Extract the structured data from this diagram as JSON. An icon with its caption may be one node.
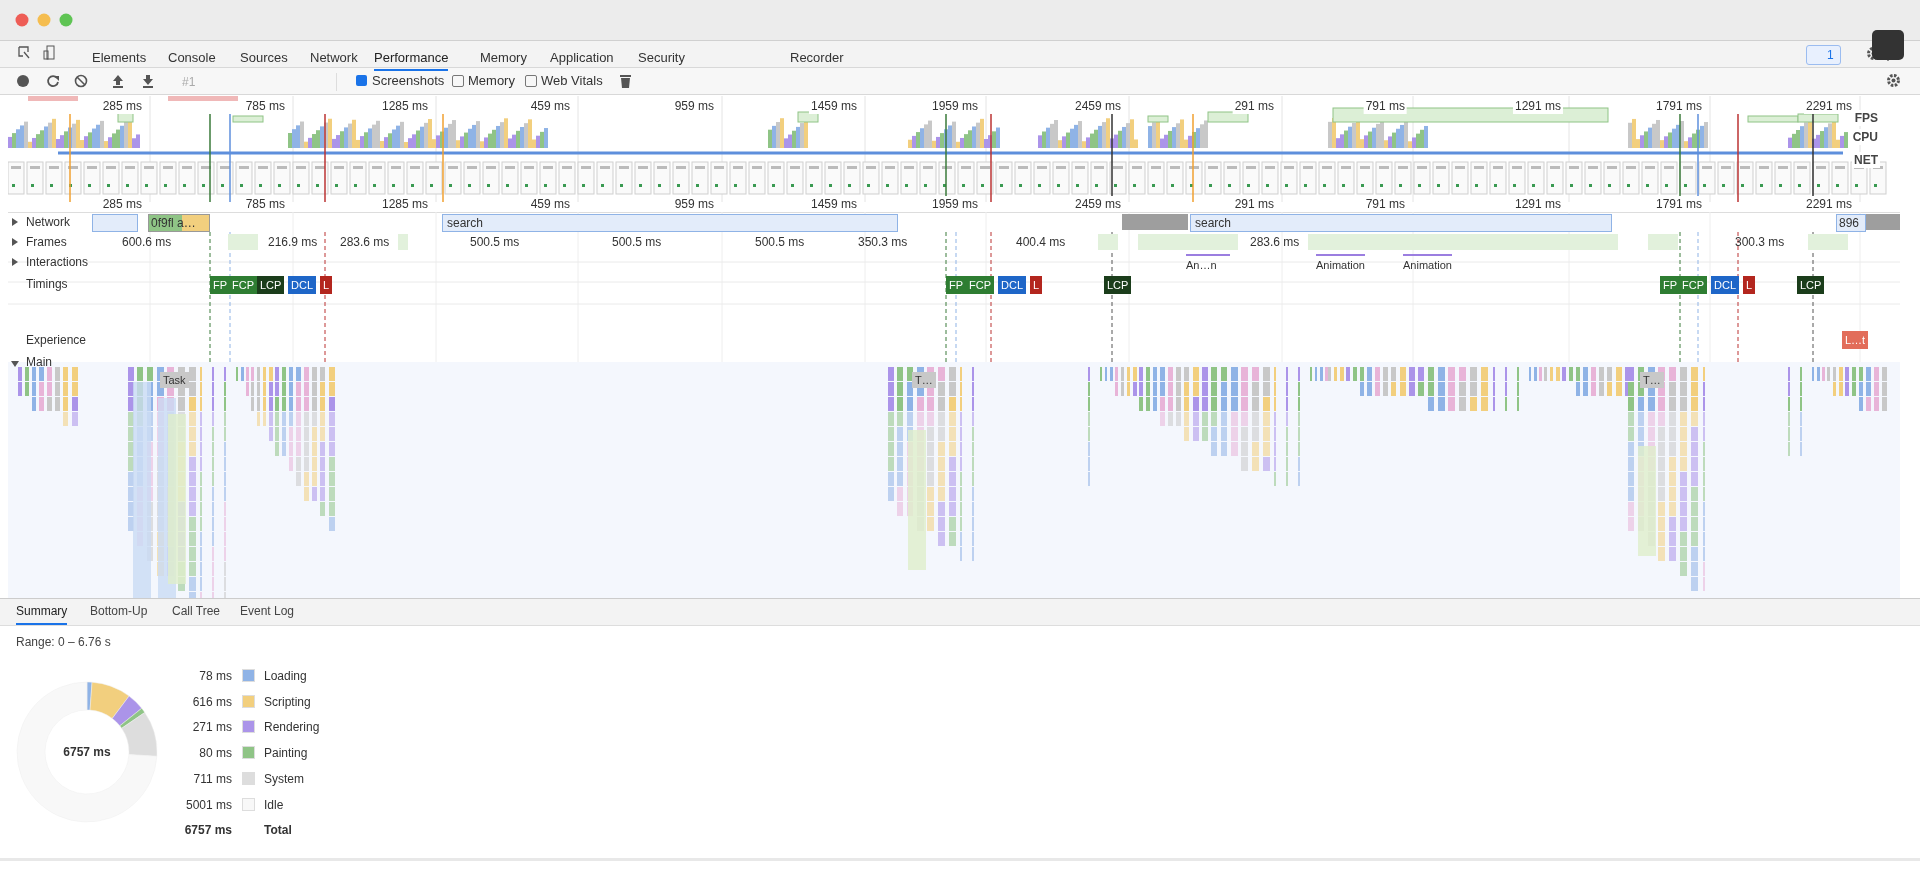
{
  "diagram": {
    "labels": [
      "Elements",
      "Console",
      "Sources",
      "Network",
      "Performance",
      "Memory",
      "Application",
      "Security",
      "Recorder",
      "1",
      "#1",
      "Screenshots",
      "Memory",
      "Web Vitals",
      "285 ms",
      "785 ms",
      "1285 ms",
      "459 ms",
      "959 ms",
      "1459 ms",
      "1959 ms",
      "2459 ms",
      "291 ms",
      "791 ms",
      "1291 ms",
      "1791 ms",
      "2291 ms",
      "FPS",
      "CPU",
      "NET",
      "285 ms",
      "785 ms",
      "1285 ms",
      "459 ms",
      "959 ms",
      "1459 ms",
      "1959 ms",
      "2459 ms",
      "291 ms",
      "791 ms",
      "1291 ms",
      "1791 ms",
      "2291 ms",
      "Network",
      "Frames",
      "Interactions",
      "Timings",
      "Experience",
      "Main",
      "0f9fl a…",
      "search",
      "search",
      "896",
      "600.6 ms",
      "216.9 ms",
      "283.6 ms",
      "500.5 ms",
      "500.5 ms",
      "500.5 ms",
      "350.3 ms",
      "400.4 ms",
      "283.6 ms",
      "300.3 ms",
      "An…n",
      "Animation",
      "Animation",
      "FP",
      "FCP",
      "LCP",
      "DCL",
      "L",
      "FP",
      "FCP",
      "DCL",
      "L",
      "LCP",
      "FP",
      "FCP",
      "DCL",
      "L",
      "LCP",
      "L…t",
      "Task",
      "T…",
      "T…",
      "Summary",
      "Bottom-Up",
      "Call Tree",
      "Event Log",
      "Range: 0 – 6.76 s",
      "78 ms",
      "616 ms",
      "271 ms",
      "80 ms",
      "711 ms",
      "5001 ms",
      "6757 ms",
      "Total",
      "6757 ms"
    ],
    "legend": [
      {
        "text": "Loading",
        "color": "#8fb3e6"
      },
      {
        "text": "Scripting",
        "color": "#f2cf7e"
      },
      {
        "text": "Rendering",
        "color": "#ab94e9"
      },
      {
        "text": "Painting",
        "color": "#8fc486"
      },
      {
        "text": "System",
        "color": "#dddddd"
      },
      {
        "text": "Idle",
        "color": "#f8f8f8"
      }
    ],
    "chart_data": {
      "type": "donut",
      "values": [
        1.15,
        9.12,
        4.01,
        1.18,
        10.52,
        74.02
      ]
    }
  }
}
